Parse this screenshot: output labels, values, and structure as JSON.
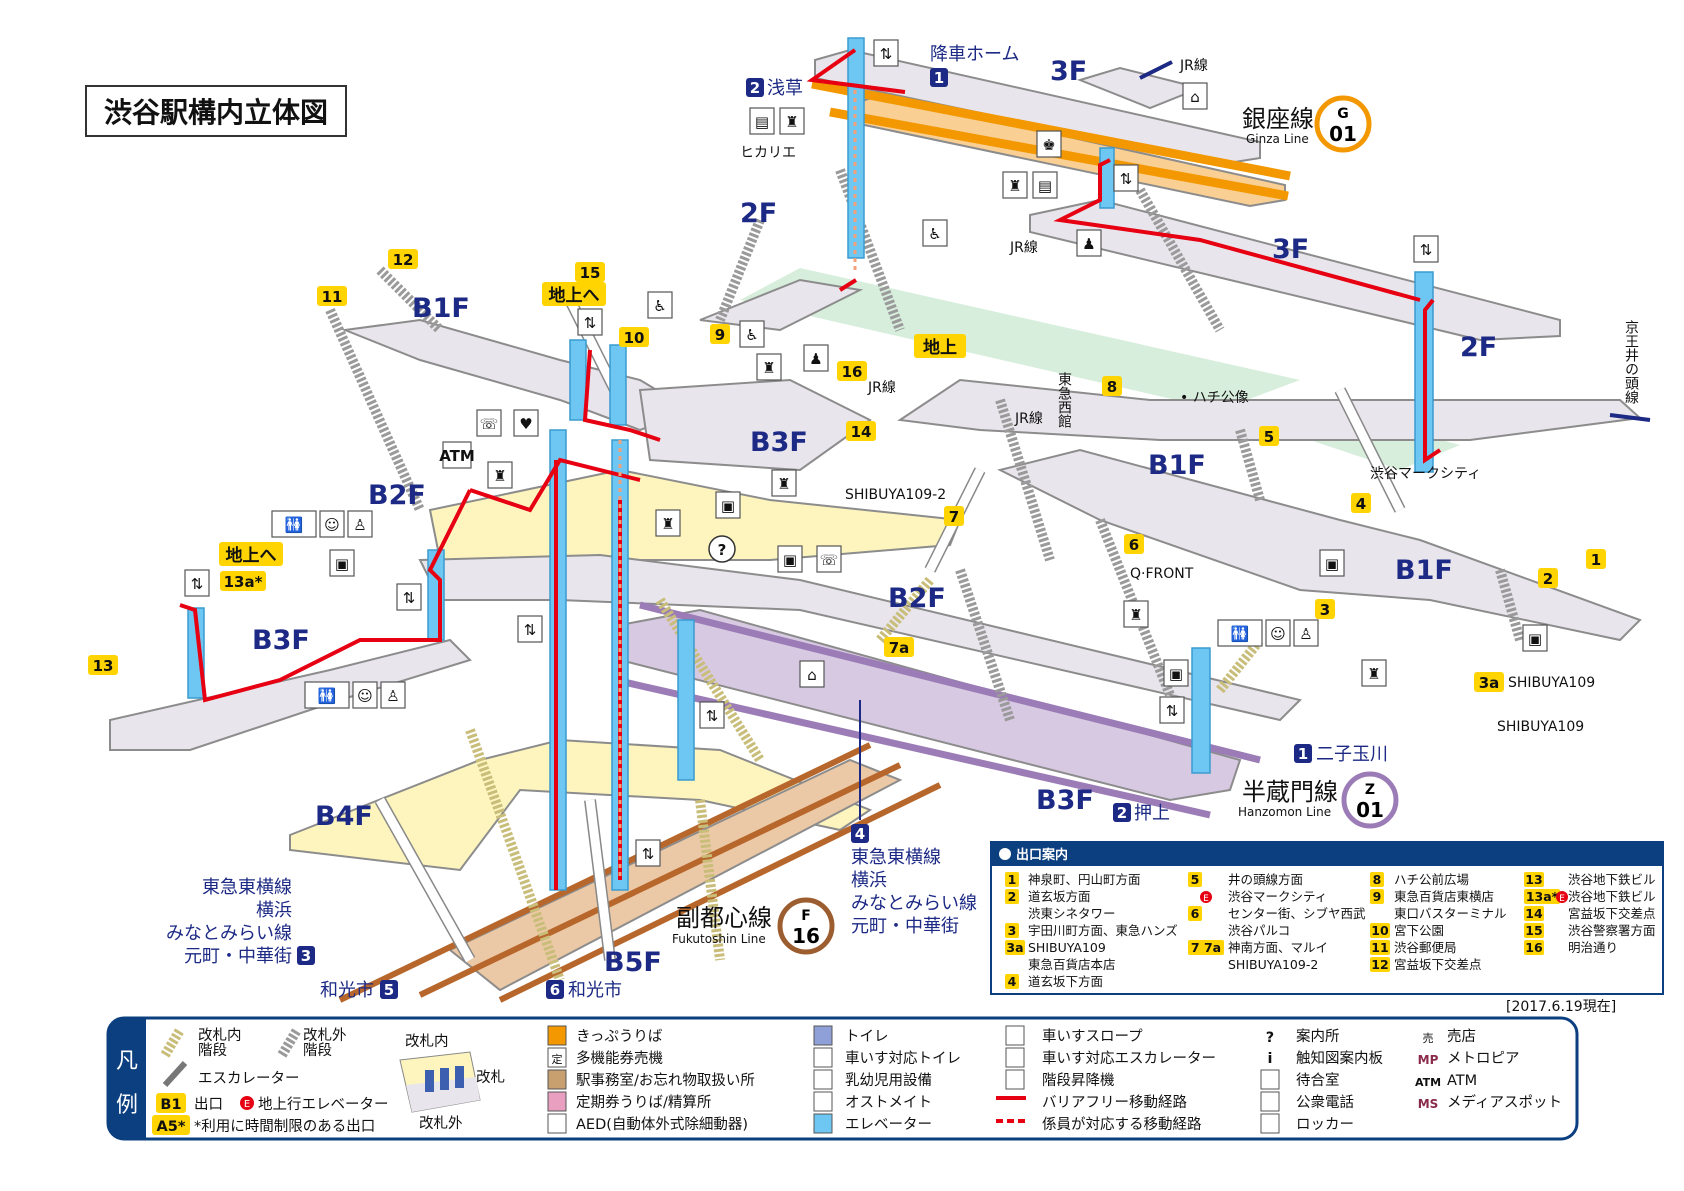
{
  "title": "渋谷駅構内立体図",
  "colors": {
    "route": "#e60012",
    "ginza": "#f39800",
    "hanzomon": "#9b7cb6",
    "fukutoshin": "#9c5e31",
    "exit_badge": "#ffd400",
    "level_text": "#1d2a85",
    "guide_header": "#0b3f7f"
  },
  "levels": {
    "ginza_3f": "3F",
    "ginza_2f": "2F",
    "jr_3f": "3F",
    "keio_2f": "2F",
    "b1f_left": "B1F",
    "b1f_center": "B1F",
    "b1f_right": "B1F",
    "b2f_left": "B2F",
    "b2f_center": "B2F",
    "b3f_left": "B3F",
    "b3f_center": "B3F",
    "b3f_hanzomon": "B3F",
    "b4f": "B4F",
    "b5f": "B5F"
  },
  "labels": {
    "alight_platform": "降車ホーム",
    "alight_num": "1",
    "asakusa_num": "2",
    "asakusa": "浅草",
    "hikarie": "ヒカリエ",
    "jr_top": "JR線",
    "jr_3f": "JR線",
    "jr_a": "JR線",
    "jr_b": "JR線",
    "ground": "地上",
    "tokyu_west": "東急西館",
    "hachiko": "• ハチ公像",
    "mark_city": "渋谷マークシティ",
    "keio": "京王井の頭線",
    "qfront": "Q·FRONT",
    "shibuya109_2": "SHIBUYA109-2",
    "shibuya109": "SHIBUYA109",
    "shibuya109_3a": "SHIBUYA109",
    "chijo_he_15": "地上へ",
    "chijo_he_13a": "地上へ",
    "futako_num": "1",
    "futako": "二子玉川",
    "oshiage_num": "2",
    "oshiage": "押上",
    "toyoko4_num": "4",
    "toyoko4": [
      "東急東横線",
      "横浜",
      "みなとみらい線",
      "元町・中華街"
    ],
    "toyoko3": [
      "東急東横線",
      "横浜",
      "みなとみらい線",
      "元町・中華街"
    ],
    "toyoko3_num": "3",
    "wako5": "和光市",
    "wako5_num": "5",
    "wako6_num": "6",
    "wako6": "和光市"
  },
  "lines": {
    "ginza": {
      "name": "銀座線",
      "en": "Ginza Line",
      "letter": "G",
      "code": "01"
    },
    "hanzomon": {
      "name": "半蔵門線",
      "en": "Hanzomon Line",
      "letter": "Z",
      "code": "01"
    },
    "fukutoshin": {
      "name": "副都心線",
      "en": "Fukutoshin Line",
      "letter": "F",
      "code": "16"
    }
  },
  "exits_map": {
    "e1": "1",
    "e2": "2",
    "e3": "3",
    "e3a": "3a",
    "e4": "4",
    "e5": "5",
    "e6": "6",
    "e7": "7",
    "e7a": "7a",
    "e8": "8",
    "e9": "9",
    "e10": "10",
    "e11": "11",
    "e12": "12",
    "e13": "13",
    "e13a": "13a*",
    "e14": "14",
    "e15": "15",
    "e16": "16"
  },
  "icons": [
    "elevator-icon",
    "ticket-machine-icon",
    "commuter-pass-machine-icon",
    "station-office-icon",
    "wheelchair-slope-icon",
    "toilet-icon",
    "baby-care-icon",
    "ostomate-icon",
    "atm-icon",
    "phone-icon",
    "aed-icon",
    "info-icon",
    "locker-icon",
    "shop-icon",
    "pass-office-icon"
  ],
  "guide": {
    "header": "出口案内",
    "col1": [
      {
        "badge": "1",
        "text": "神泉町、円山町方面"
      },
      {
        "badge": "2",
        "text": "道玄坂方面"
      },
      {
        "badge": "",
        "text": "渋東シネタワー"
      },
      {
        "badge": "3",
        "text": "宇田川町方面、東急ハンズ"
      },
      {
        "badge": "3a",
        "text": "SHIBUYA109"
      },
      {
        "badge": "",
        "text": "東急百貨店本店"
      },
      {
        "badge": "4",
        "text": "道玄坂下方面"
      }
    ],
    "col2": [
      {
        "badge": "5",
        "text": "井の頭線方面"
      },
      {
        "badge": "E",
        "text": "渋谷マークシティ"
      },
      {
        "badge": "6",
        "text": "センター街、シブヤ西武"
      },
      {
        "badge": "",
        "text": "渋谷パルコ"
      },
      {
        "badge": "7 7a",
        "text": "神南方面、マルイ"
      },
      {
        "badge": "",
        "text": "SHIBUYA109-2"
      }
    ],
    "col3": [
      {
        "badge": "8",
        "text": "ハチ公前広場"
      },
      {
        "badge": "9",
        "text": "東急百貨店東横店"
      },
      {
        "badge": "",
        "text": "東口バスターミナル"
      },
      {
        "badge": "10",
        "text": "宮下公園"
      },
      {
        "badge": "11",
        "text": "渋谷郵便局"
      },
      {
        "badge": "12",
        "text": "宮益坂下交差点"
      }
    ],
    "col4": [
      {
        "badge": "13",
        "text": "渋谷地下鉄ビル"
      },
      {
        "badge": "13a*",
        "text": "渋谷地下鉄ビル"
      },
      {
        "badge": "14",
        "text": "宮益坂下交差点"
      },
      {
        "badge": "15",
        "text": "渋谷警察署方面"
      },
      {
        "badge": "16",
        "text": "明治通り"
      }
    ],
    "col4_e": "E",
    "date": "[2017.6.19現在]"
  },
  "legend": {
    "title_1": "凡",
    "title_2": "例",
    "stairs_in": [
      "改札内",
      "階段"
    ],
    "stairs_out": [
      "改札外",
      "階段"
    ],
    "escalator": "エスカレーター",
    "exit_badge": "B1",
    "exit": "出口",
    "e_badge": "E",
    "ground_elevator": "地上行エレベーター",
    "limited_badge": "A5*",
    "limited": "*利用に時間制限のある出口",
    "gate_inside": "改札内",
    "gate": "改札",
    "gate_outside": "改札外",
    "col_a": [
      "きっぷうりば",
      "多機能券売機",
      "駅事務室/お忘れ物取扱い所",
      "定期券うりば/精算所",
      "AED(自動体外式除細動器)"
    ],
    "col_b": [
      "トイレ",
      "車いす対応トイレ",
      "乳幼児用設備",
      "オストメイト",
      "エレベーター"
    ],
    "col_c": [
      "車いすスロープ",
      "車いす対応エスカレーター",
      "階段昇降機",
      "バリアフリー移動経路",
      "係員が対応する移動経路"
    ],
    "col_d": [
      "案内所",
      "触知図案内板",
      "待合室",
      "公衆電話",
      "ロッカー"
    ],
    "col_e": [
      "売店",
      "メトロピア",
      "ATM",
      "メディアスポット"
    ],
    "icon_glyphs": {
      "mp": "MP",
      "atm": "ATM",
      "ms": "MS",
      "info": "?",
      "tactile": "i",
      "kana_tei": "定",
      "kana_uri": "売"
    }
  }
}
